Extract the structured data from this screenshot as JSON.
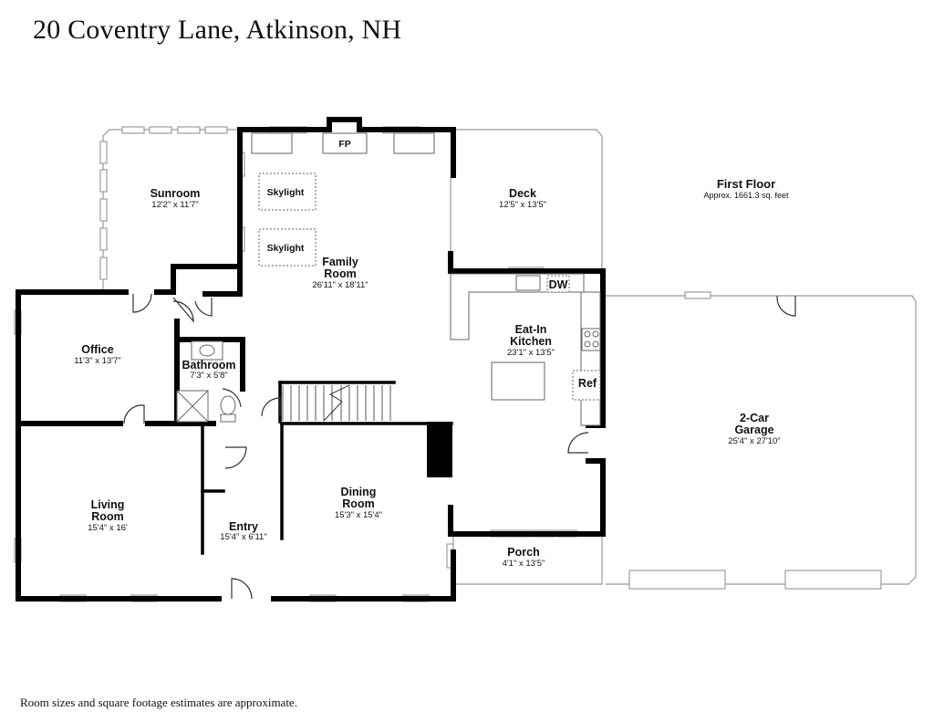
{
  "title": "20 Coventry Lane, Atkinson, NH",
  "footnote": "Room sizes and square footage estimates are approximate.",
  "floor": {
    "name": "First Floor",
    "area": "Approx. 1661.3 sq. feet"
  },
  "rooms": {
    "sunroom": {
      "name": "Sunroom",
      "dims": "12'2\" x 11'7\""
    },
    "family": {
      "name1": "Family",
      "name2": "Room",
      "dims": "26'11\" x 18'11\""
    },
    "deck": {
      "name": "Deck",
      "dims": "12'5\" x 13'5\""
    },
    "office": {
      "name": "Office",
      "dims": "11'3\" x 13'7\""
    },
    "bathroom": {
      "name": "Bathroom",
      "dims": "7'3\" x 5'8\""
    },
    "kitchen": {
      "name1": "Eat-In",
      "name2": "Kitchen",
      "dims": "23'1\" x 13'5\""
    },
    "garage": {
      "name1": "2-Car",
      "name2": "Garage",
      "dims": "25'4\" x 27'10\""
    },
    "living": {
      "name1": "Living",
      "name2": "Room",
      "dims": "15'4\" x 16'"
    },
    "entry": {
      "name": "Entry",
      "dims": "15'4\" x 6'11\""
    },
    "dining": {
      "name1": "Dining",
      "name2": "Room",
      "dims": "15'3\" x 15'4\""
    },
    "porch": {
      "name": "Porch",
      "dims": "4'1\" x 13'5\""
    }
  },
  "fixtures": {
    "fireplace": "FP",
    "skylight1": "Skylight",
    "skylight2": "Skylight",
    "dishwasher": "DW",
    "refrigerator": "Ref"
  }
}
